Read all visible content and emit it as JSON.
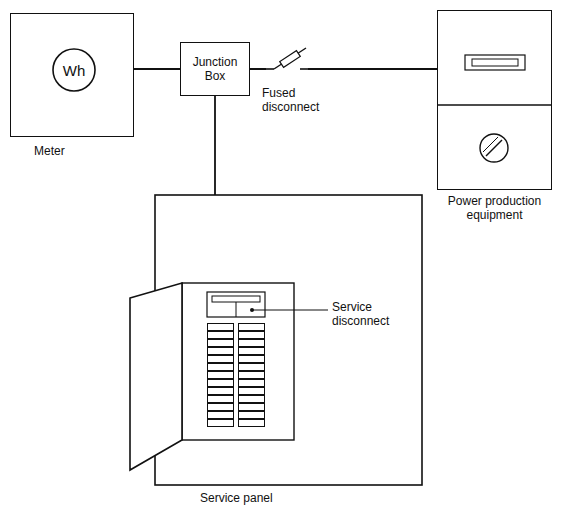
{
  "diagram": {
    "nodes": [
      {
        "text": [
          "Meter"
        ]
      },
      {
        "text": [
          "Wh"
        ],
        "in": 0
      },
      {
        "text": [
          "Junction Box"
        ]
      },
      {
        "text": [
          "Power production equipment"
        ]
      },
      {
        "text": [
          "Service panel"
        ]
      }
    ],
    "edges": [
      {
        "from": 0,
        "to": 2,
        "arrow": "none"
      },
      {
        "from": 2,
        "to": 3,
        "arrow": "none"
      },
      {
        "from": 2,
        "to": 4,
        "arrow": "none"
      }
    ],
    "labels": [
      "Fused disconnect",
      "Service disconnect"
    ]
  }
}
